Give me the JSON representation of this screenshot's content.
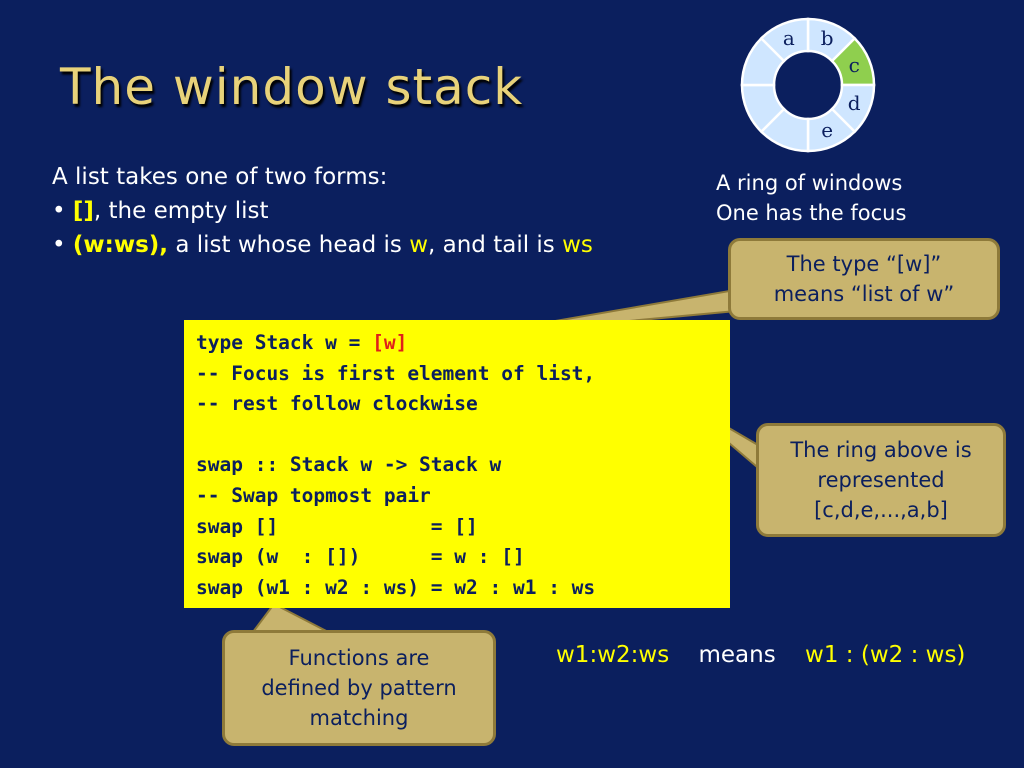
{
  "slide": {
    "title": "The window stack",
    "intro": {
      "heading": "A list takes one of two forms:",
      "bullet_symbol": "•",
      "bullet1": {
        "code": "[]",
        "text": ", the empty list"
      },
      "bullet2": {
        "code": "(w:ws),",
        "text_pre": "a list whose head is",
        "head": "w",
        "text_mid": ", and tail is",
        "tail": "ws"
      }
    },
    "ring": {
      "segments": [
        "a",
        "b",
        "c",
        "d",
        "e"
      ],
      "focused": "c",
      "caption_line1": "A ring of windows",
      "caption_line2": "One has the focus"
    },
    "code": {
      "line1_pre": "type Stack w = ",
      "line1_highlight": "[w]",
      "line2": "-- Focus is first element of list,",
      "line3": "-- rest follow clockwise",
      "line4": "",
      "line5": "swap :: Stack w -> Stack w",
      "line6": "-- Swap topmost pair",
      "line7": "swap []             = []",
      "line8": "swap (w  : [])      = w : []",
      "line9": "swap (w1 : w2 : ws) = w2 : w1 : ws"
    },
    "callouts": {
      "type": {
        "line1": "The type “[w]”",
        "line2": "means “list of w”"
      },
      "ring": {
        "line1": "The ring above is",
        "line2": "represented",
        "line3": "[c,d,e,...,a,b]"
      },
      "funcs": {
        "line1": "Functions are",
        "line2": "defined by pattern",
        "line3": "matching"
      }
    },
    "means": {
      "left": "w1:w2:ws",
      "word": "means",
      "right": "w1 : (w2 : ws)"
    }
  },
  "colors": {
    "background": "#0b1f5e",
    "title": "#e8d27a",
    "highlight": "#ffff00",
    "code_red": "#e0201a",
    "callout_fill": "#c8b46e",
    "callout_border": "#8e7a3a",
    "ring_fill": "#cfe6ff",
    "ring_focus": "#8fcf4e"
  }
}
